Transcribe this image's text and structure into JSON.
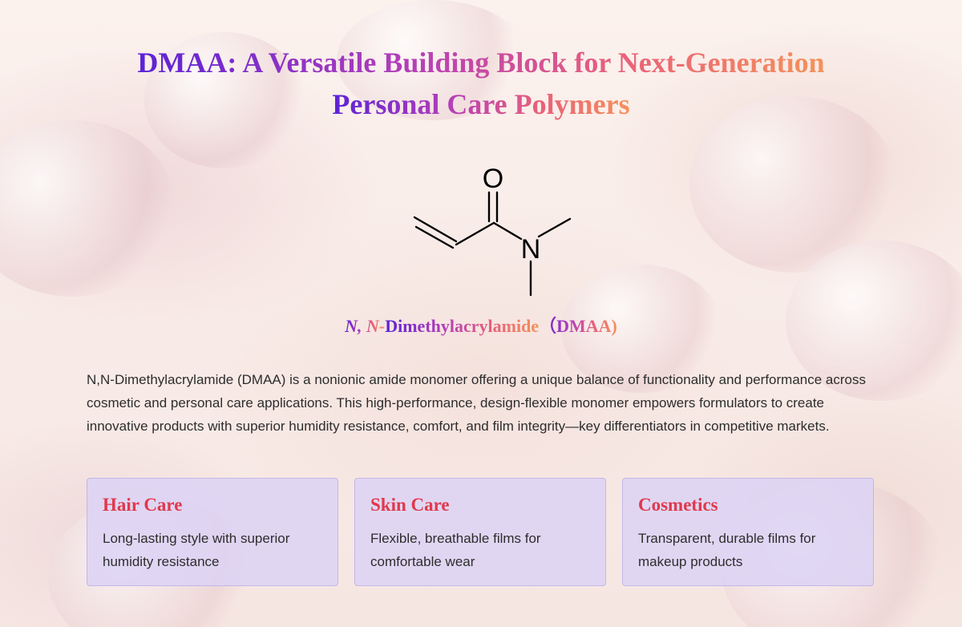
{
  "title": {
    "line1": "DMAA: A Versatile Building Block for Next-Generation",
    "line2": "Personal Care Polymers"
  },
  "molecule": {
    "atom_oxygen": "O",
    "atom_nitrogen": "N",
    "name_prefix": "N, N-",
    "name_main": "Dimethylacrylamide",
    "name_abbrev": "（DMAA)"
  },
  "description": "N,N-Dimethylacrylamide (DMAA) is a nonionic amide monomer offering a unique balance of functionality and performance across cosmetic and personal care applications. This high-performance, design-flexible monomer empowers formulators to create innovative products with superior humidity resistance, comfort, and film integrity—key differentiators in competitive markets.",
  "cards": [
    {
      "title": "Hair Care",
      "text": "Long-lasting style with superior humidity resistance"
    },
    {
      "title": "Skin Care",
      "text": "Flexible, breathable films for comfortable wear"
    },
    {
      "title": "Cosmetics",
      "text": "Transparent, durable films for makeup products"
    }
  ],
  "colors": {
    "gradient_start": "#5b22d6",
    "gradient_mid": "#b53fb8",
    "gradient_end": "#f4925a",
    "card_title": "#e0394d",
    "card_background": "#dcd2f5",
    "card_border": "#c4b6ea",
    "body_text": "#2d2d2d"
  }
}
